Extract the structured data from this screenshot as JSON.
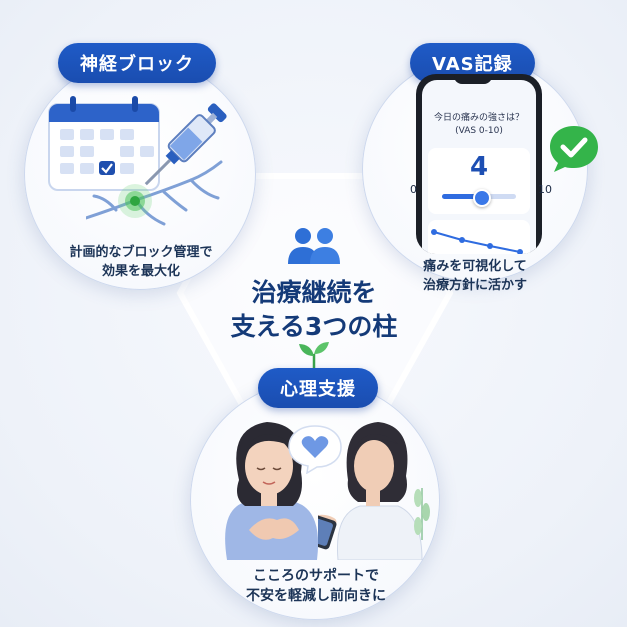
{
  "center": {
    "line1": "治療継続を",
    "line2": "支える3つの柱"
  },
  "top_left": {
    "title": "神経ブロック",
    "caption_line1": "計画的なブロック管理で",
    "caption_line2": "効果を最大化"
  },
  "top_right": {
    "title": "VAS記録",
    "caption_line1": "痛みを可視化して",
    "caption_line2": "治療方針に活かす",
    "phone": {
      "question_line1": "今日の痛みの強さは？",
      "question_line2": "(VAS 0-10)",
      "value": "4",
      "scale_min": "0",
      "scale_max": "10",
      "slider_value": 4
    }
  },
  "bottom": {
    "title": "心理支援",
    "caption_line1": "こころのサポートで",
    "caption_line2": "不安を軽減し前向きに"
  },
  "colors": {
    "primary": "#1f5bc7",
    "accent_green": "#2fb24a",
    "dark_text": "#1c3457"
  }
}
